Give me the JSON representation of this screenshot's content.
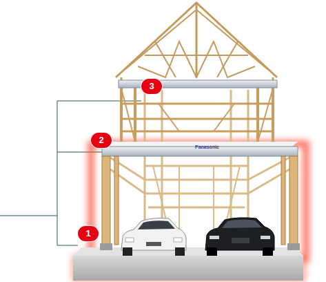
{
  "diagram": {
    "labels": [
      "3",
      "2",
      "Panasonic",
      "1"
    ]
  }
}
